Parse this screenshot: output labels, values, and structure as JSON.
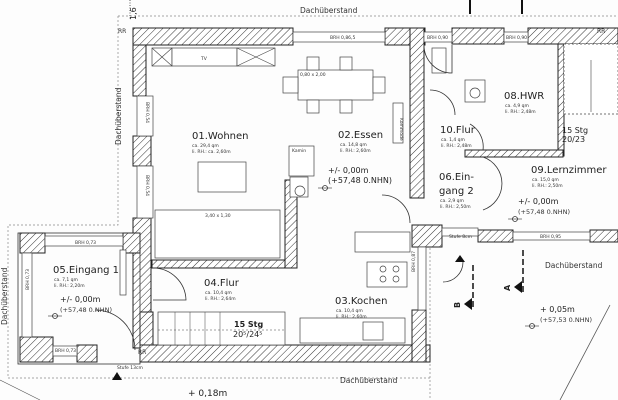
{
  "plan": {
    "roof_overhang_label": "Dachüberstand",
    "rr_label": "RR",
    "dimension_fragment": "1,6",
    "rooms": {
      "wohnen": {
        "name": "01.Wohnen",
        "area": "ca. 29,4 qm",
        "height": "li. RH.: ca. 2,60m"
      },
      "essen": {
        "name": "02.Essen",
        "area": "ca. 14,8 qm",
        "height": "li. RH.: 2,60m"
      },
      "kochen": {
        "name": "03.Kochen",
        "area": "ca. 10,4 qm",
        "height": "li. RH.: 2,60m"
      },
      "flur4": {
        "name": "04.Flur",
        "area": "ca. 10,4 qm",
        "height": "li. RH.: 2,64m"
      },
      "eingang1": {
        "name": "05.Eingang 1",
        "area": "ca. 7,1 qm",
        "height": "li. RH.: 2,20m"
      },
      "eingang2": {
        "name_line1": "06.Ein-",
        "name_line2": "gang 2",
        "area": "ca. 2,9 qm",
        "height": "li. RH.: 2,50m"
      },
      "hwr": {
        "name": "08.HWR",
        "area": "ca. 4,9 qm",
        "height": "li. RH.: 2,48m"
      },
      "lernzimmer": {
        "name": "09.Lernzimmer",
        "area": "ca. 15,0 qm",
        "height": "li. RH.: 2,50m"
      },
      "flur10": {
        "name": "10.Flur",
        "area": "ca. 1,4 qm",
        "height": "li. RH.: 2,48m"
      }
    },
    "levels": {
      "essen": {
        "level": "+/- 0,00m",
        "nhn": "(+57,48 0.NHN)"
      },
      "lernzimmer": {
        "level": "+/- 0,00m",
        "nhn": "(+57,48 0.NHN)"
      },
      "eingang1": {
        "level": "+/- 0,00m",
        "nhn": "(+57,48 0.NHN)"
      },
      "outside": {
        "level": "+ 0,05m",
        "nhn": "(+57,53 0.NHN)"
      },
      "bottom": {
        "level": "+ 0,18m"
      }
    },
    "stairs": {
      "flur": {
        "steps": "15 Stg",
        "ratio": "20⁵/24⁵"
      },
      "right": {
        "steps": "15 Stg",
        "ratio": "20/23"
      }
    },
    "furniture": {
      "table": "0,80 x 2,00",
      "sofa": "3,40 x 1,30",
      "kamin": "Kamin",
      "kommode": "Kommode",
      "tv": "TV"
    },
    "windows": {
      "brh_top_essen": "BRH 0,86,5",
      "brh_top_wc": "BRH 0,90",
      "brh_top_hwr": "BRH 0,90",
      "brh_left_1": "BRH 0,54",
      "brh_left_2": "BRH 0,54",
      "brh_eingang_top": "BRH 0,73",
      "brh_eingang_left": "BRH 0,73",
      "brh_eingang_bottom": "BRH 0,73",
      "brh_kochen": "BRH 0,87",
      "brh_lernzimmer": "BRH 0,95"
    },
    "steps": {
      "stufe_bottom": "Stufe 13cm",
      "stufe_right": "Stufe 8cm"
    },
    "sections": {
      "a": "A",
      "b": "B"
    }
  }
}
